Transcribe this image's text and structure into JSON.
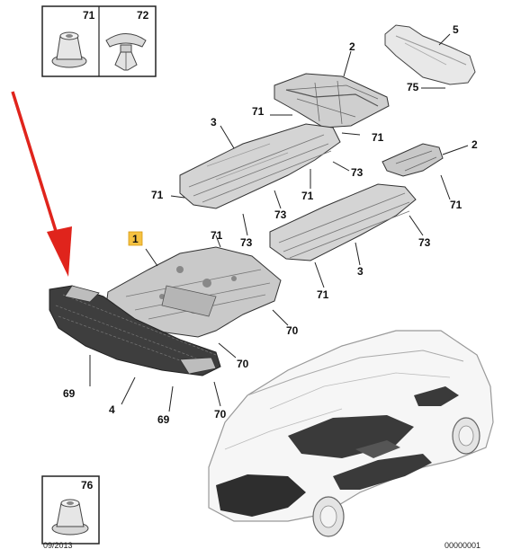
{
  "fastener_boxes": [
    {
      "number": "71",
      "icon": "flange-nut-icon"
    },
    {
      "number": "72",
      "icon": "push-rivet-icon"
    },
    {
      "number": "76",
      "icon": "flange-nut-icon"
    }
  ],
  "highlight_color": "#f5c242",
  "arrow_color": "#e0241c",
  "callouts": [
    {
      "id": "c5",
      "text": "5"
    },
    {
      "id": "c2a",
      "text": "2"
    },
    {
      "id": "c75",
      "text": "75"
    },
    {
      "id": "c71a",
      "text": "71"
    },
    {
      "id": "c71b",
      "text": "71"
    },
    {
      "id": "c3a",
      "text": "3"
    },
    {
      "id": "c73a",
      "text": "73"
    },
    {
      "id": "c2b",
      "text": "2"
    },
    {
      "id": "c71c",
      "text": "71"
    },
    {
      "id": "c71d",
      "text": "71"
    },
    {
      "id": "c73b",
      "text": "73"
    },
    {
      "id": "c71e",
      "text": "71"
    },
    {
      "id": "c73c",
      "text": "73"
    },
    {
      "id": "c73d",
      "text": "73"
    },
    {
      "id": "c1",
      "text": "1"
    },
    {
      "id": "c3b",
      "text": "3"
    },
    {
      "id": "c71f",
      "text": "71"
    },
    {
      "id": "c70a",
      "text": "70"
    },
    {
      "id": "c70b",
      "text": "70"
    },
    {
      "id": "c69a",
      "text": "69"
    },
    {
      "id": "c4",
      "text": "4"
    },
    {
      "id": "c69b",
      "text": "69"
    },
    {
      "id": "c70c",
      "text": "70"
    }
  ],
  "footer": {
    "left": "09/2013",
    "right": "00000001"
  }
}
